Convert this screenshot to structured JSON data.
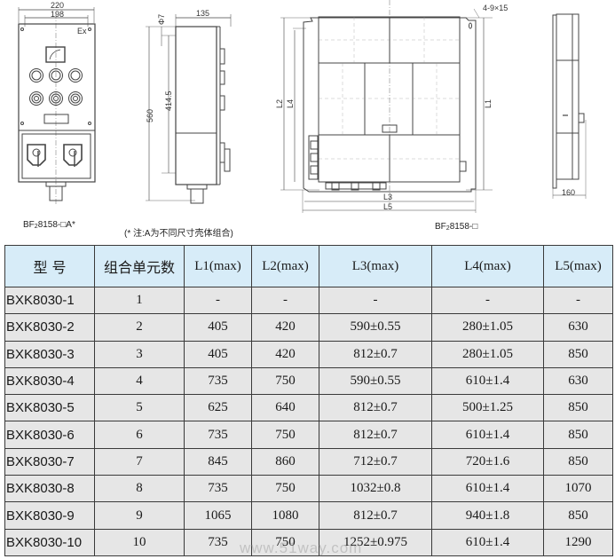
{
  "drawings": {
    "front_view": {
      "dims": {
        "outer_width": "220",
        "inner_width": "198"
      },
      "ex_mark": "Ex",
      "caption_prefix": "BF",
      "caption_sub": "2",
      "caption_suffix": "8158-□A*"
    },
    "side_view": {
      "dims": {
        "depth": "135",
        "hole": "Φ7",
        "height": "560",
        "mount_height": "414.5"
      }
    },
    "note": "(* 注:A为不同尺寸壳体组合)",
    "combo_view": {
      "dims": {
        "holes": "4-9×15",
        "l1": "L1",
        "l2": "L2",
        "l3": "L3",
        "l4": "L4",
        "l5": "L5"
      },
      "caption_prefix": "BF",
      "caption_sub": "2",
      "caption_suffix": "8158-□"
    },
    "combo_side_view": {
      "dims": {
        "depth": "160"
      }
    }
  },
  "table": {
    "headers": [
      "型  号",
      "组合单元数",
      "L1(max)",
      "L2(max)",
      "L3(max)",
      "L4(max)",
      "L5(max)"
    ],
    "rows": [
      [
        "BXK8030-1",
        "1",
        "-",
        "-",
        "-",
        "-",
        "-"
      ],
      [
        "BXK8030-2",
        "2",
        "405",
        "420",
        "590±0.55",
        "280±1.05",
        "630"
      ],
      [
        "BXK8030-3",
        "3",
        "405",
        "420",
        "812±0.7",
        "280±1.05",
        "850"
      ],
      [
        "BXK8030-4",
        "4",
        "735",
        "750",
        "590±0.55",
        "610±1.4",
        "630"
      ],
      [
        "BXK8030-5",
        "5",
        "625",
        "640",
        "812±0.7",
        "500±1.25",
        "850"
      ],
      [
        "BXK8030-6",
        "6",
        "735",
        "750",
        "812±0.7",
        "610±1.4",
        "850"
      ],
      [
        "BXK8030-7",
        "7",
        "845",
        "860",
        "712±0.7",
        "720±1.6",
        "850"
      ],
      [
        "BXK8030-8",
        "8",
        "735",
        "750",
        "1032±0.8",
        "610±1.4",
        "1070"
      ],
      [
        "BXK8030-9",
        "9",
        "1065",
        "1080",
        "812±0.7",
        "940±1.8",
        "850"
      ],
      [
        "BXK8030-10",
        "10",
        "735",
        "750",
        "1252±0.975",
        "610±1.4",
        "1290"
      ]
    ]
  },
  "colors": {
    "header_bg": "#d7ecf8",
    "cell_bg": "#e6e6e6",
    "border": "#3a3a3a"
  },
  "watermark": "www.51way.com"
}
